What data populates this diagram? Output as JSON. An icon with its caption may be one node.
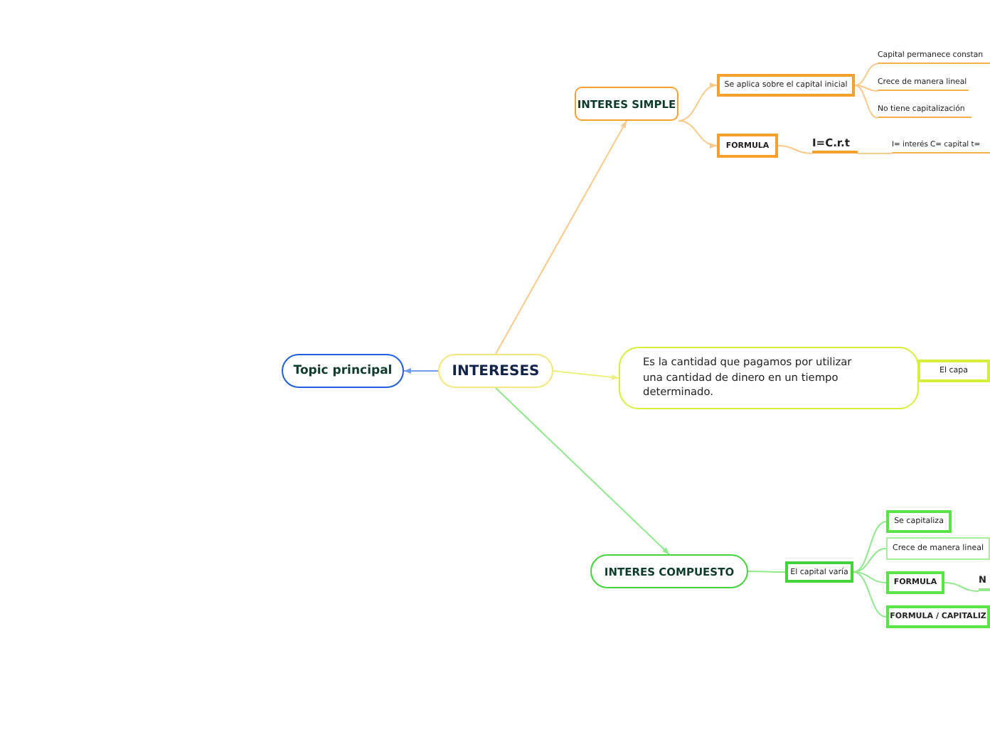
{
  "diagram": {
    "nodes": [
      {
        "text": [
          "Topic principal"
        ]
      },
      {
        "text": [
          "INTERESES"
        ]
      },
      {
        "text": [
          "INTERES SIMPLE"
        ]
      },
      {
        "text": [
          "Se aplica sobre el capital inicial"
        ]
      },
      {
        "text": [
          "Capital permanece constan"
        ]
      },
      {
        "text": [
          "Crece de manera lineal"
        ]
      },
      {
        "text": [
          "No tiene capitalización"
        ]
      },
      {
        "text": [
          "FORMULA"
        ]
      },
      {
        "text": [
          "I=C.r.t"
        ]
      },
      {
        "text": [
          "I= interés C= capital t="
        ]
      },
      {
        "text": [
          "Es la cantidad que pagamos por utilizar una cantidad de dinero en un tiempo determinado."
        ]
      },
      {
        "text": [
          "El capa"
        ]
      },
      {
        "text": [
          "INTERES COMPUESTO"
        ]
      },
      {
        "text": [
          "El capital varía"
        ]
      },
      {
        "text": [
          "Se capitaliza"
        ]
      },
      {
        "text": [
          "Crece de manera lineal"
        ]
      },
      {
        "text": [
          "FORMULA"
        ]
      },
      {
        "text": [
          "N"
        ]
      },
      {
        "text": [
          "FORMULA / CAPITALIZ"
        ]
      }
    ],
    "edges": [
      {
        "from": 1,
        "to": 0,
        "arrow": "to",
        "color": "#6f9cf0"
      },
      {
        "from": 1,
        "to": 2,
        "arrow": "to"
      },
      {
        "from": 2,
        "to": 3,
        "arrow": "to"
      },
      {
        "from": 3,
        "to": 4,
        "arrow": "none"
      },
      {
        "from": 3,
        "to": 5,
        "arrow": "none"
      },
      {
        "from": 3,
        "to": 6,
        "arrow": "none"
      },
      {
        "from": 2,
        "to": 7,
        "arrow": "to"
      },
      {
        "from": 7,
        "to": 8,
        "arrow": "none"
      },
      {
        "from": 8,
        "to": 9,
        "arrow": "none"
      },
      {
        "from": 1,
        "to": 10,
        "arrow": "to",
        "color": "#eef07a"
      },
      {
        "from": 10,
        "to": 11,
        "arrow": "none",
        "color": "#d8ef60"
      },
      {
        "from": 1,
        "to": 12,
        "arrow": "to",
        "color": "#8fe98a"
      },
      {
        "from": 12,
        "to": 13,
        "arrow": "none",
        "color": "#8fe98a"
      },
      {
        "from": 13,
        "to": 14,
        "arrow": "none",
        "color": "#8fe98a"
      },
      {
        "from": 13,
        "to": 15,
        "arrow": "none",
        "color": "#8fe98a"
      },
      {
        "from": 13,
        "to": 16,
        "arrow": "none",
        "color": "#8fe98a"
      },
      {
        "from": 16,
        "to": 17,
        "arrow": "none",
        "color": "#8fe98a"
      },
      {
        "from": 13,
        "to": 18,
        "arrow": "none",
        "color": "#8fe98a"
      }
    ]
  }
}
